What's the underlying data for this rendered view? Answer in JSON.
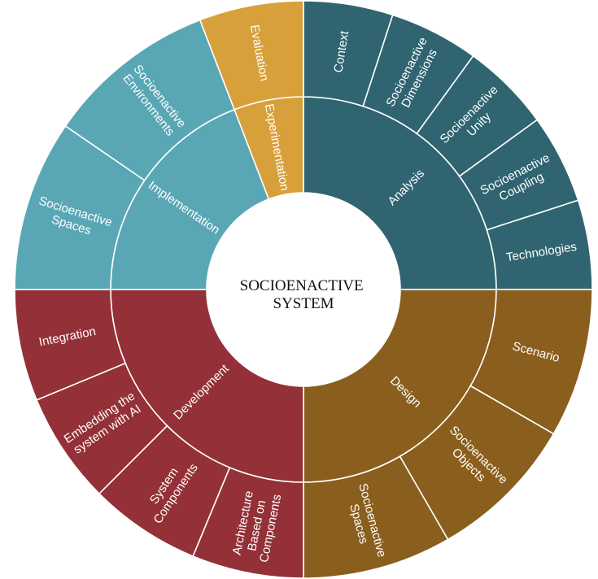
{
  "title_lines": [
    "SOCIOENACTIVE",
    "SYSTEM"
  ],
  "colors": {
    "analysis": "#2f6470",
    "design": "#8a5e1d",
    "development": "#943037",
    "implementation": "#59a7b4",
    "experimentation": "#d8a03a",
    "border": "#ffffff",
    "center_text": "#111111"
  },
  "segments": [
    {
      "id": "analysis",
      "label": [
        "Analysis"
      ],
      "color_key": "analysis",
      "children": [
        {
          "id": "context",
          "label": [
            "Context"
          ]
        },
        {
          "id": "socioenactive-dimensions",
          "label": [
            "Socioenactive",
            "Dimensions"
          ]
        },
        {
          "id": "socioenactive-unity",
          "label": [
            "Socioenactive",
            "Unity"
          ]
        },
        {
          "id": "socioenactive-coupling",
          "label": [
            "Socioenactive",
            "Coupling"
          ]
        },
        {
          "id": "technologies",
          "label": [
            "Technologies"
          ]
        }
      ]
    },
    {
      "id": "design",
      "label": [
        "Design"
      ],
      "color_key": "design",
      "children": [
        {
          "id": "scenario",
          "label": [
            "Scenario"
          ]
        },
        {
          "id": "socioenactive-objects",
          "label": [
            "Socioenactive",
            "Objects"
          ]
        },
        {
          "id": "socioenactive-spaces-design",
          "label": [
            "Socioenactive",
            "Spaces"
          ]
        }
      ]
    },
    {
      "id": "development",
      "label": [
        "Development"
      ],
      "color_key": "development",
      "children": [
        {
          "id": "architecture",
          "label": [
            "Architecture",
            "Based on",
            "Components"
          ]
        },
        {
          "id": "system-components",
          "label": [
            "System",
            "Components"
          ]
        },
        {
          "id": "embedding-ai",
          "label": [
            "Embedding the",
            "system with AI"
          ]
        },
        {
          "id": "integration",
          "label": [
            "Integration"
          ]
        }
      ]
    },
    {
      "id": "implementation",
      "label": [
        "Implementation"
      ],
      "color_key": "implementation",
      "children": [
        {
          "id": "socioenactive-spaces-impl",
          "label": [
            "Socioenactive",
            "Spaces"
          ]
        },
        {
          "id": "socioenactive-environments",
          "label": [
            "Socioenactive",
            "Environments"
          ]
        }
      ]
    },
    {
      "id": "experimentation",
      "label": [
        "Experimentation"
      ],
      "color_key": "experimentation",
      "children": [
        {
          "id": "evaluation",
          "label": [
            "Evaluation"
          ]
        }
      ]
    }
  ]
}
